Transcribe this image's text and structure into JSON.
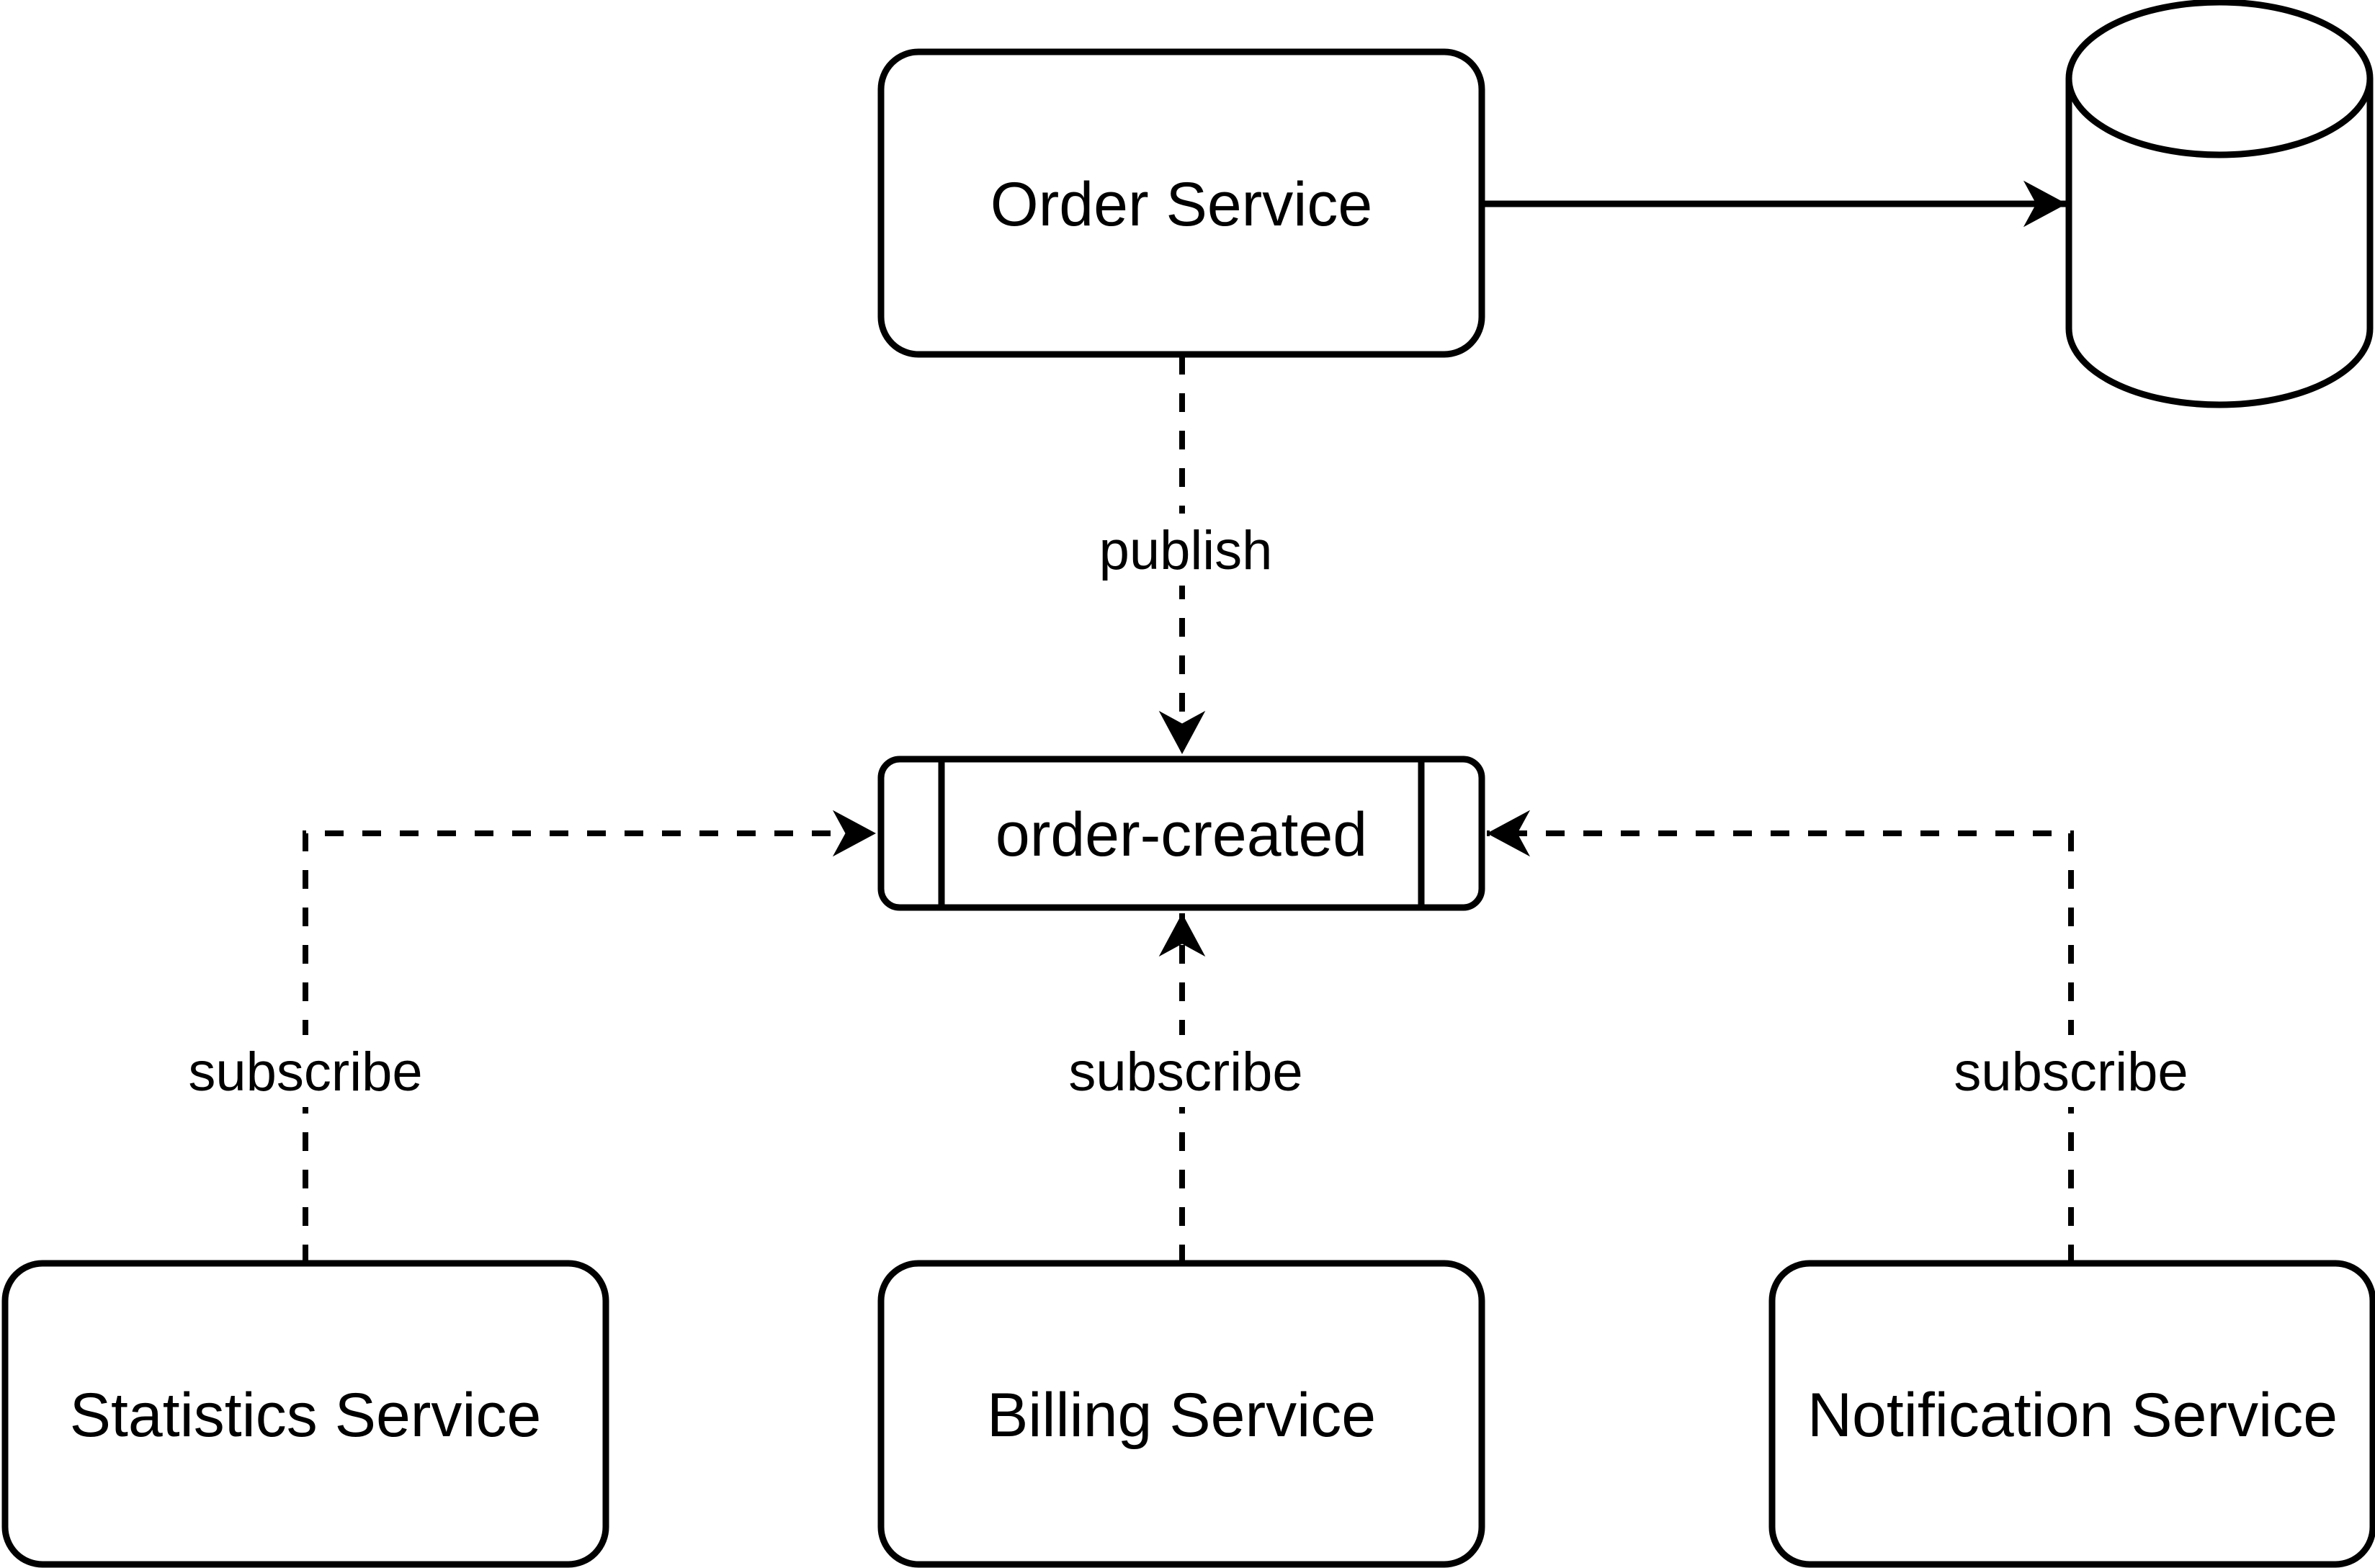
{
  "diagram": {
    "background": "#ffffff",
    "stroke_color": "#000000",
    "text_color": "#000000",
    "nodes": {
      "order_service": "Order Service",
      "order_created_topic": "order-created",
      "statistics_service": "Statistics Service",
      "billing_service": "Billing Service",
      "notification_service": "Notification Service"
    },
    "edge_labels": {
      "publish": "publish",
      "subscribe_statistics": "subscribe",
      "subscribe_billing": "subscribe",
      "subscribe_notification": "subscribe"
    }
  }
}
